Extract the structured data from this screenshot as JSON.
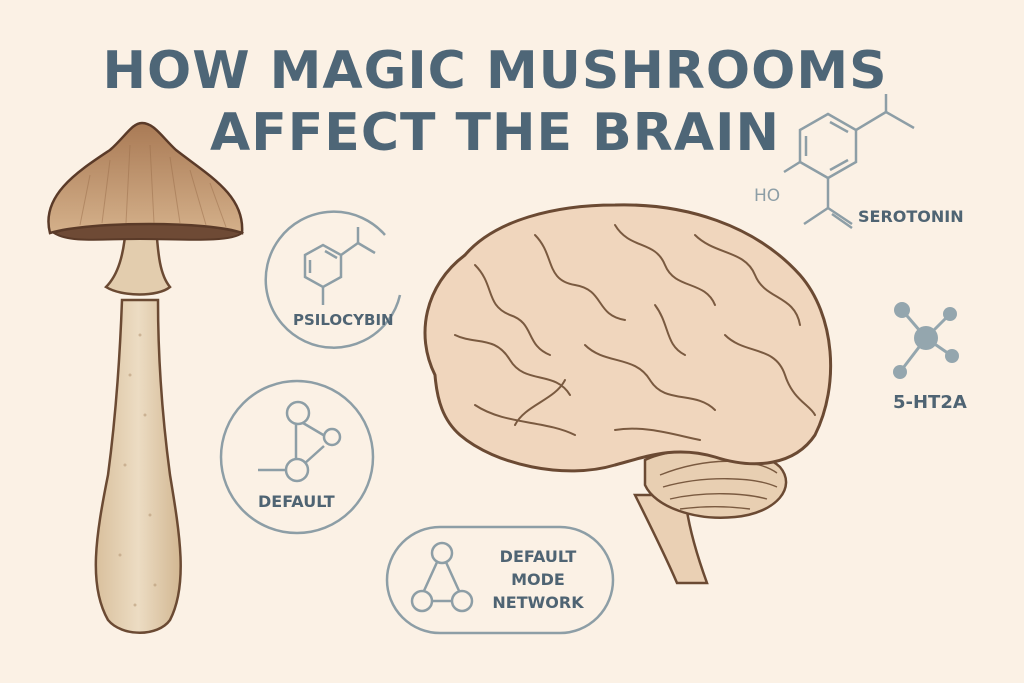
{
  "title": {
    "line1": "HOW MAGIC MUSHROOMS",
    "line2": "AFFECT THE BRAIN"
  },
  "labels": {
    "psilocybin": "PSILOCYBIN",
    "default": "DEFAULT",
    "dmn_line1": "DEFAULT",
    "dmn_line2": "MODE",
    "dmn_line3": "NETWORK",
    "serotonin": "SEROTONIN",
    "hydroxyl": "HO",
    "receptor": "5-HT2A"
  },
  "icons": {
    "mushroom": "mushroom-illustration",
    "brain": "brain-illustration",
    "psilocybin": "molecule-structure-icon",
    "default": "network-graph-icon",
    "dmn": "triangle-network-icon",
    "serotonin": "molecule-structure-icon",
    "receptor": "receptor-node-icon"
  },
  "colors": {
    "background": "#fbf1e5",
    "title": "#4e6677",
    "icon_stroke": "#8d9ea6",
    "mushroom_cap": "#b88a63",
    "brain_fill": "#f0d6bd",
    "outline": "#6b4a33"
  }
}
